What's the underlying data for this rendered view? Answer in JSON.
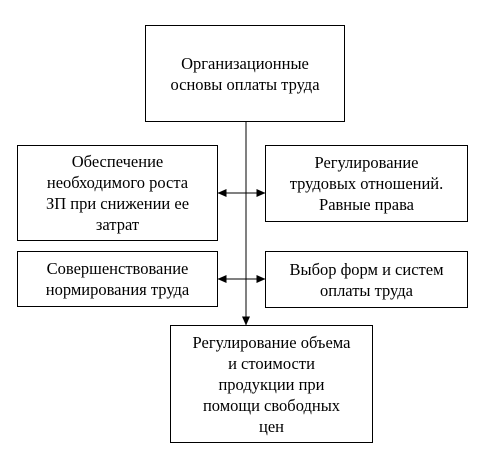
{
  "diagram": {
    "top": "Организационные\nосновы оплаты труда",
    "left_upper": "Обеспечение\nнеобходимого роста\nЗП при снижении ее\nзатрат",
    "right_upper": "Регулирование\nтрудовых отношений.\nРавные права",
    "left_lower": "Совершенствование\nнормирования труда",
    "right_lower": "Выбор форм и систем\nоплаты труда",
    "bottom": "Регулирование объема\nи стоимости\nпродукции при\nпомощи свободных\nцен"
  }
}
